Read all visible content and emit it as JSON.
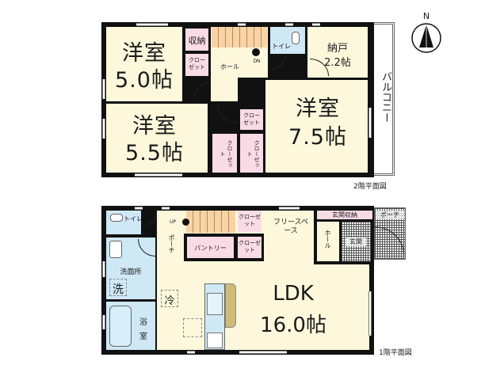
{
  "compass": {
    "label": "N"
  },
  "floor2": {
    "caption": "2階平面図",
    "rooms": {
      "western_5": {
        "name": "洋室",
        "size": "5.0帖"
      },
      "western_55": {
        "name": "洋室",
        "size": "5.5帖"
      },
      "western_75": {
        "name": "洋室",
        "size": "7.5帖"
      },
      "storage_room": {
        "name": "納戸",
        "size": "2.2帖"
      },
      "storage": "収納",
      "closet": "クローゼット",
      "hall": "ホール",
      "toilet": "トイレ",
      "stairs_dir": "DN",
      "balcony": "バルコニー"
    }
  },
  "floor1": {
    "caption": "1階平面図",
    "rooms": {
      "ldk": {
        "name": "LDK",
        "size": "16.0帖"
      },
      "toilet": "トイレ",
      "washroom": "洗面所",
      "washer": "洗",
      "bath_1": "浴",
      "bath_2": "室",
      "porch_inner": "ポーチ",
      "stairs_dir": "UP",
      "closet": "クローゼット",
      "pantry": "パントリー",
      "free_space": "フリースペース",
      "entrance_storage": "玄関収納",
      "hall": "ホール",
      "entrance": "玄関",
      "porch": "ポーチ",
      "fridge": "冷"
    }
  },
  "colors": {
    "living": "#fdf8dc",
    "closet": "#f9dbe6",
    "wet_area": "#cfe8f6",
    "stairs": "#f7d3a6",
    "counter": "#cdbb7a",
    "wall": "#111111"
  }
}
